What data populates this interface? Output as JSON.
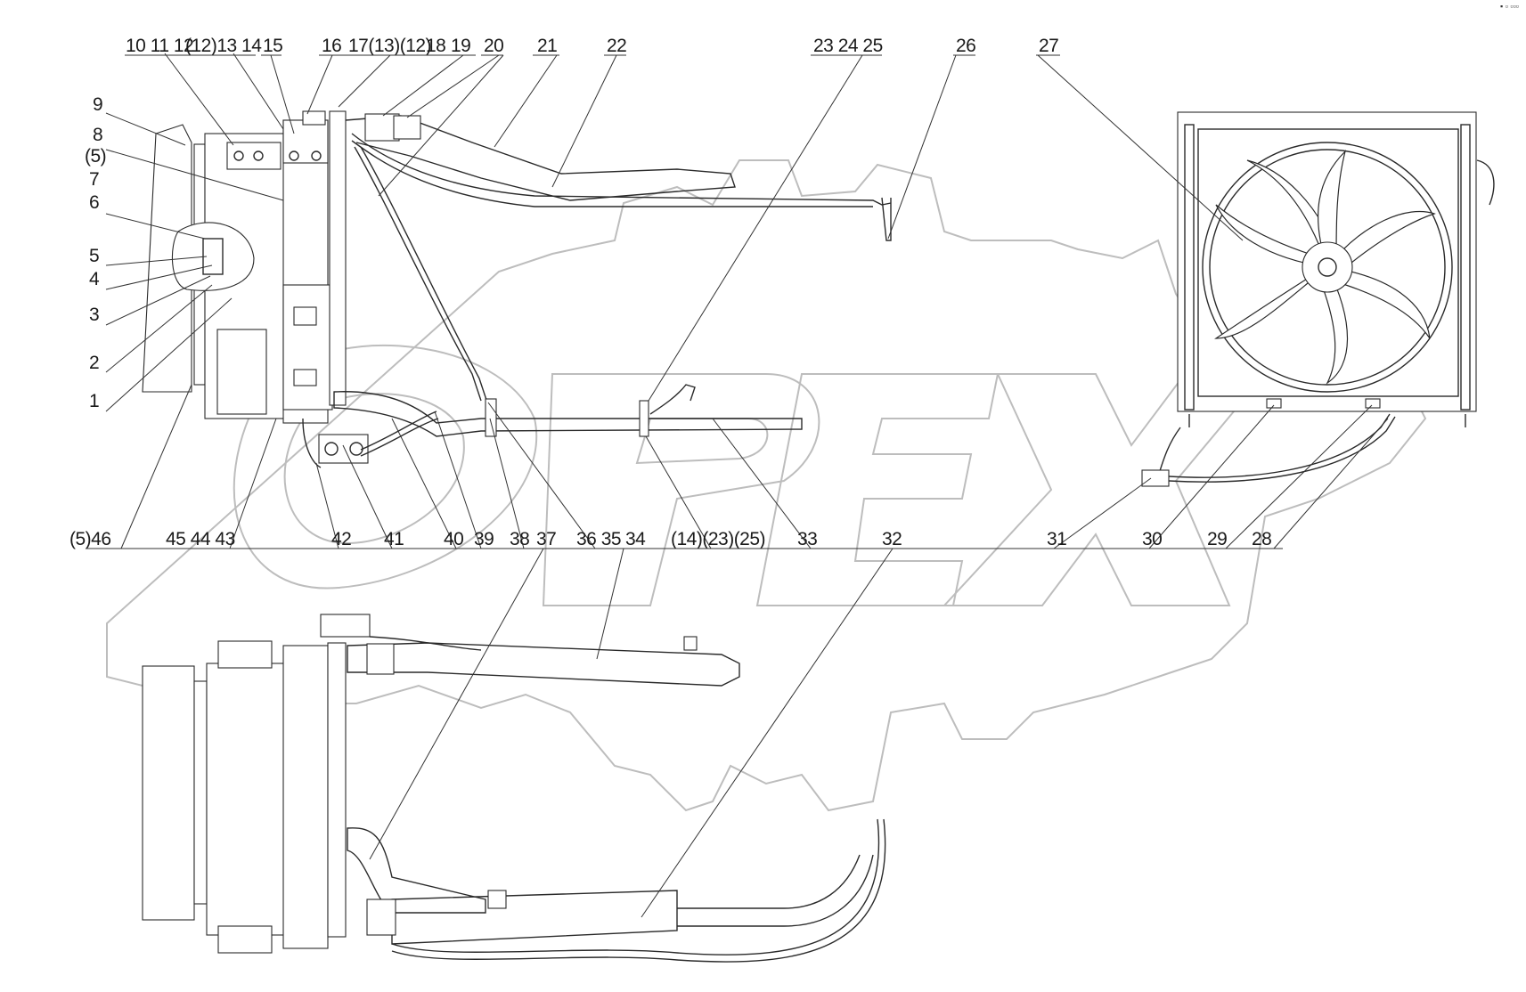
{
  "corner_mark": "▪ ▫ ▫▫▫",
  "watermark": "OPEX",
  "callouts": {
    "c_10_11_12": "10 11 12",
    "c_12_13_14": "(12)13 14",
    "c_15": "15",
    "c_16": "16",
    "c_17_13_12": "17(13)(12)",
    "c_18": "18",
    "c_19": "19",
    "c_20": "20",
    "c_21": "21",
    "c_22": "22",
    "c_23_24_25": "23 24 25",
    "c_26": "26",
    "c_27": "27",
    "c_9": "9",
    "c_8": "8",
    "c_5a": "(5)",
    "c_7": "7",
    "c_6": "6",
    "c_5": "5",
    "c_4": "4",
    "c_3": "3",
    "c_2": "2",
    "c_1": "1",
    "c_5_46": "(5)46",
    "c_45_44_43": "45 44 43",
    "c_42": "42",
    "c_41": "41",
    "c_40": "40",
    "c_39": "39",
    "c_38": "38",
    "c_37": "37",
    "c_36_35": "36 35",
    "c_34": "34",
    "c_14_23_25": "(14)(23)(25)",
    "c_33": "33",
    "c_32": "32",
    "c_31": "31",
    "c_30": "30",
    "c_29": "29",
    "c_28": "28"
  },
  "colors": {
    "line": "#2a2a2a",
    "watermark": "#bdbdbd",
    "background": "#ffffff"
  }
}
